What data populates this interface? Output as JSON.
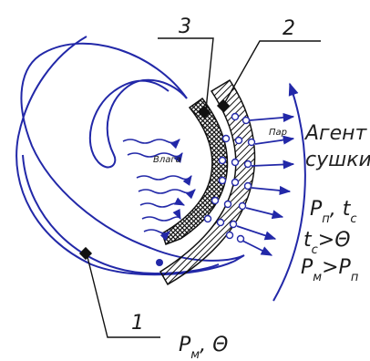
{
  "callouts": {
    "c1": "1",
    "c2": "2",
    "c3": "3"
  },
  "labels": {
    "moisture": "Влага",
    "vapor": "Пар",
    "agent_line1": "Агент",
    "agent_line2": "сушки",
    "p_n": "P",
    "p_n_sub": "п",
    "t_c": "t",
    "t_c_sub": "c",
    "cond_t_left": "t",
    "cond_t_sub": "c",
    "cond_t_op": ">",
    "cond_t_right": "Θ",
    "cond_p_left": "P",
    "cond_p_left_sub": "м",
    "cond_p_op": ">",
    "cond_p_right": "P",
    "cond_p_right_sub": "п",
    "bottom_p": "P",
    "bottom_p_sub": "м",
    "bottom_theta": "Θ"
  },
  "colors": {
    "ink": "#1a1a1a",
    "blue": "#2228a8",
    "hatch": "#111111"
  }
}
